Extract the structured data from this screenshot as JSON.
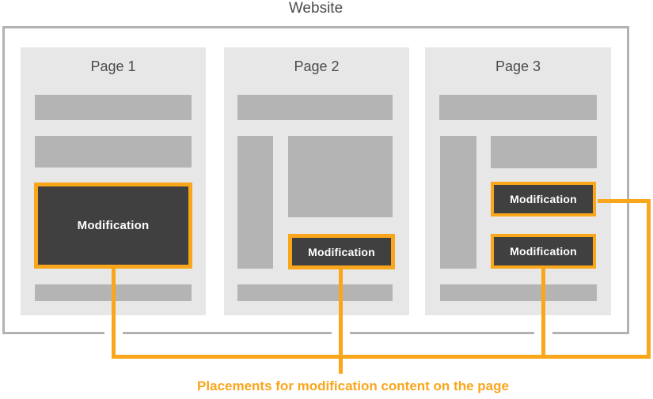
{
  "title": "Website",
  "caption": "Placements for modification content on the page",
  "pages": [
    {
      "title": "Page 1",
      "mod_labels": [
        "Modification"
      ]
    },
    {
      "title": "Page 2",
      "mod_labels": [
        "Modification"
      ]
    },
    {
      "title": "Page 3",
      "mod_labels": [
        "Modification",
        "Modification"
      ]
    }
  ],
  "colors": {
    "accent_orange": "#f9a61b",
    "modification_box": "#404040",
    "modification_text": "#ffffff",
    "wireframe_block": "#b4b4b4",
    "panel_background": "#e7e7e7",
    "frame_border": "#b2b2b2",
    "heading_text": "#4b4b4b"
  }
}
